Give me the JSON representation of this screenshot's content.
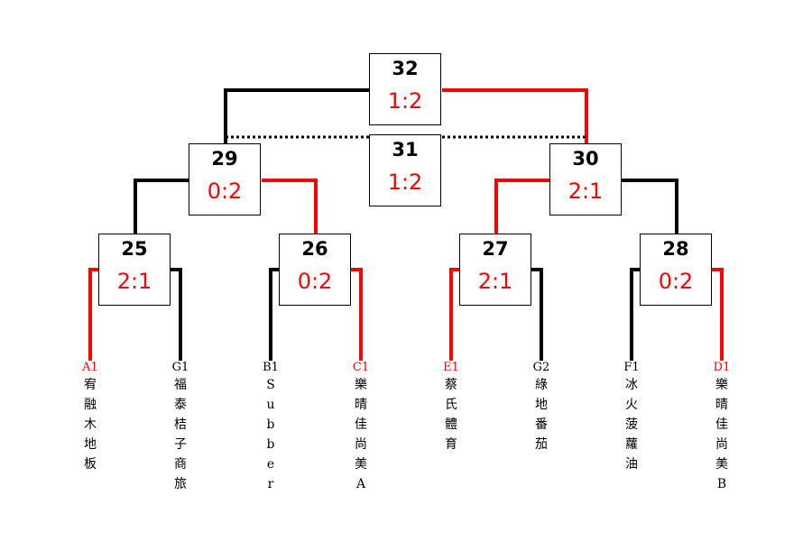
{
  "colors": {
    "winner": "#ff0000",
    "loser": "#000000"
  },
  "matches": [
    {
      "id": "25",
      "score": "2:1"
    },
    {
      "id": "26",
      "score": "0:2"
    },
    {
      "id": "27",
      "score": "2:1"
    },
    {
      "id": "28",
      "score": "0:2"
    },
    {
      "id": "29",
      "score": "0:2"
    },
    {
      "id": "30",
      "score": "2:1"
    },
    {
      "id": "31",
      "score": "1:2"
    },
    {
      "id": "32",
      "score": "1:2"
    }
  ],
  "teams": [
    {
      "code": "A1",
      "name": "宥融木地板",
      "advanced": true
    },
    {
      "code": "G1",
      "name": "福泰桔子商旅",
      "advanced": false
    },
    {
      "code": "B1",
      "name": "Subber",
      "advanced": false
    },
    {
      "code": "C1",
      "name": "樂晴佳尚美A",
      "advanced": true
    },
    {
      "code": "E1",
      "name": "蔡氏體育",
      "advanced": true
    },
    {
      "code": "G2",
      "name": "綠地番茄",
      "advanced": false
    },
    {
      "code": "F1",
      "name": "冰火菠蘿油",
      "advanced": false
    },
    {
      "code": "D1",
      "name": "樂晴佳尚美B",
      "advanced": true
    }
  ]
}
